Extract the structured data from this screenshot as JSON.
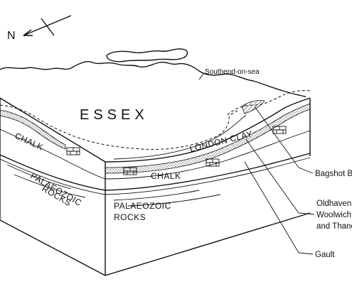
{
  "north_label": "N",
  "region_label": "ESSEX",
  "town_label": "Southend-on-sea",
  "layers": {
    "chalk_top": "CHALK",
    "chalk_front": "CHALK",
    "london_clay": "LONDON CLAY",
    "palaeozoic_left_1": "PALAEOZOIC",
    "palaeozoic_left_2": "ROCKS",
    "palaeozoic_front_1": "PALAEOZOIC",
    "palaeozoic_front_2": "ROCKS"
  },
  "callouts": {
    "bagshot": "Bagshot B",
    "oldhaven": "Oldhaven,",
    "woolwich": "Woolwich,",
    "thanet": "and Thane",
    "gault": "Gault"
  }
}
